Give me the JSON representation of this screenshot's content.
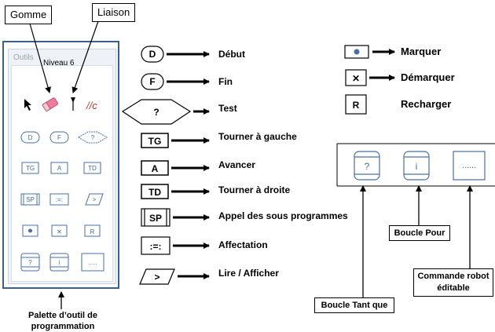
{
  "callouts": {
    "gomme": "Gomme",
    "liaison": "Liaison"
  },
  "palette": {
    "window_title": "Outils",
    "level": "Niveau 6",
    "tool_link": "//c",
    "items": {
      "debut": "D",
      "fin": "F",
      "test": "?",
      "tg": "TG",
      "avancer": "A",
      "td": "TD",
      "sp": "SP",
      "affectation": ":=:",
      "lire": ">",
      "marquer": "",
      "demarquer": "✕",
      "recharger": "R",
      "tantque": "?",
      "pour": "i",
      "commande": "....."
    },
    "caption": "Palette d’outil de programmation"
  },
  "legend": [
    {
      "symbol": "D",
      "label": "Début"
    },
    {
      "symbol": "F",
      "label": "Fin"
    },
    {
      "symbol": "?",
      "label": "Test"
    },
    {
      "symbol": "TG",
      "label": "Tourner à gauche"
    },
    {
      "symbol": "A",
      "label": "Avancer"
    },
    {
      "symbol": "TD",
      "label": "Tourner à droite"
    },
    {
      "symbol": "SP",
      "label": "Appel des sous programmes"
    },
    {
      "symbol": ":=:",
      "label": "Affectation"
    },
    {
      "symbol": ">",
      "label": "Lire / Afficher"
    }
  ],
  "legend_right": [
    {
      "symbol": "",
      "label": "Marquer"
    },
    {
      "symbol": "✕",
      "label": "Démarquer"
    },
    {
      "symbol": "R",
      "label": "Recharger"
    }
  ],
  "loops": {
    "symbols": {
      "tantque": "?",
      "pour": "i",
      "commande": "......"
    },
    "labels": {
      "tantque": "Boucle Tant que",
      "pour": "Boucle Pour",
      "commande": "Commande robot éditable"
    }
  }
}
